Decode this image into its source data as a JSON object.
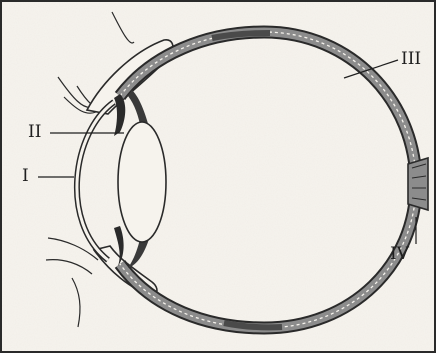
{
  "diagram": {
    "labels": {
      "i": "I",
      "ii": "II",
      "iii": "III",
      "iv": "IV"
    },
    "colors": {
      "ink": "#2a2a2a",
      "wall_fill": "#8c8c8c",
      "paper": "#f6f3ed"
    }
  }
}
